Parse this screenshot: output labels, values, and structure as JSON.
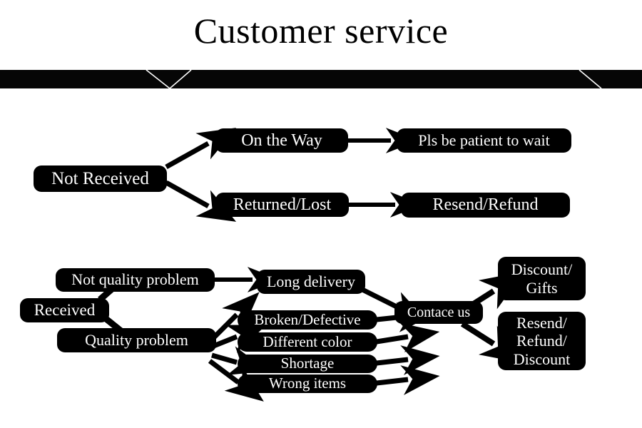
{
  "header": {
    "title": "Customer service",
    "banner": {
      "background_color": "#060606",
      "accent_line_color": "#ffffff"
    }
  },
  "theme": {
    "page_background": "#ffffff",
    "node_background": "#000000",
    "node_text_color": "#ffffff",
    "arrow_color": "#000000"
  },
  "diagram": {
    "type": "flowchart",
    "branches": [
      {
        "id": "not-received",
        "root": "Not Received",
        "paths": [
          {
            "status": "On the Way",
            "resolution": "Pls be patient to wait"
          },
          {
            "status": "Returned/Lost",
            "resolution": "Resend/Refund"
          }
        ]
      },
      {
        "id": "received",
        "root": "Received",
        "categories": [
          {
            "label": "Not quality problem",
            "issues": [
              "Long delivery"
            ]
          },
          {
            "label": "Quality problem",
            "issues": [
              "Broken/Defective",
              "Different color",
              "Shortage",
              "Wrong items"
            ]
          }
        ],
        "hub": "Contace us",
        "outcomes": [
          "Discount/\nGifts",
          "Resend/\nRefund/\nDiscount"
        ]
      }
    ]
  },
  "nodes": {
    "not_received": "Not Received",
    "on_the_way": "On the Way",
    "pls_be_patient": "Pls be patient to wait",
    "returned_lost": "Returned/Lost",
    "resend_refund": "Resend/Refund",
    "received": "Received",
    "not_quality_problem": "Not quality problem",
    "quality_problem": "Quality problem",
    "long_delivery": "Long delivery",
    "broken_defective": "Broken/Defective",
    "different_color": "Different color",
    "shortage": "Shortage",
    "wrong_items": "Wrong items",
    "contace_us": "Contace us",
    "discount_gifts": "Discount/\nGifts",
    "resend_refund_discount": "Resend/\nRefund/\nDiscount"
  }
}
